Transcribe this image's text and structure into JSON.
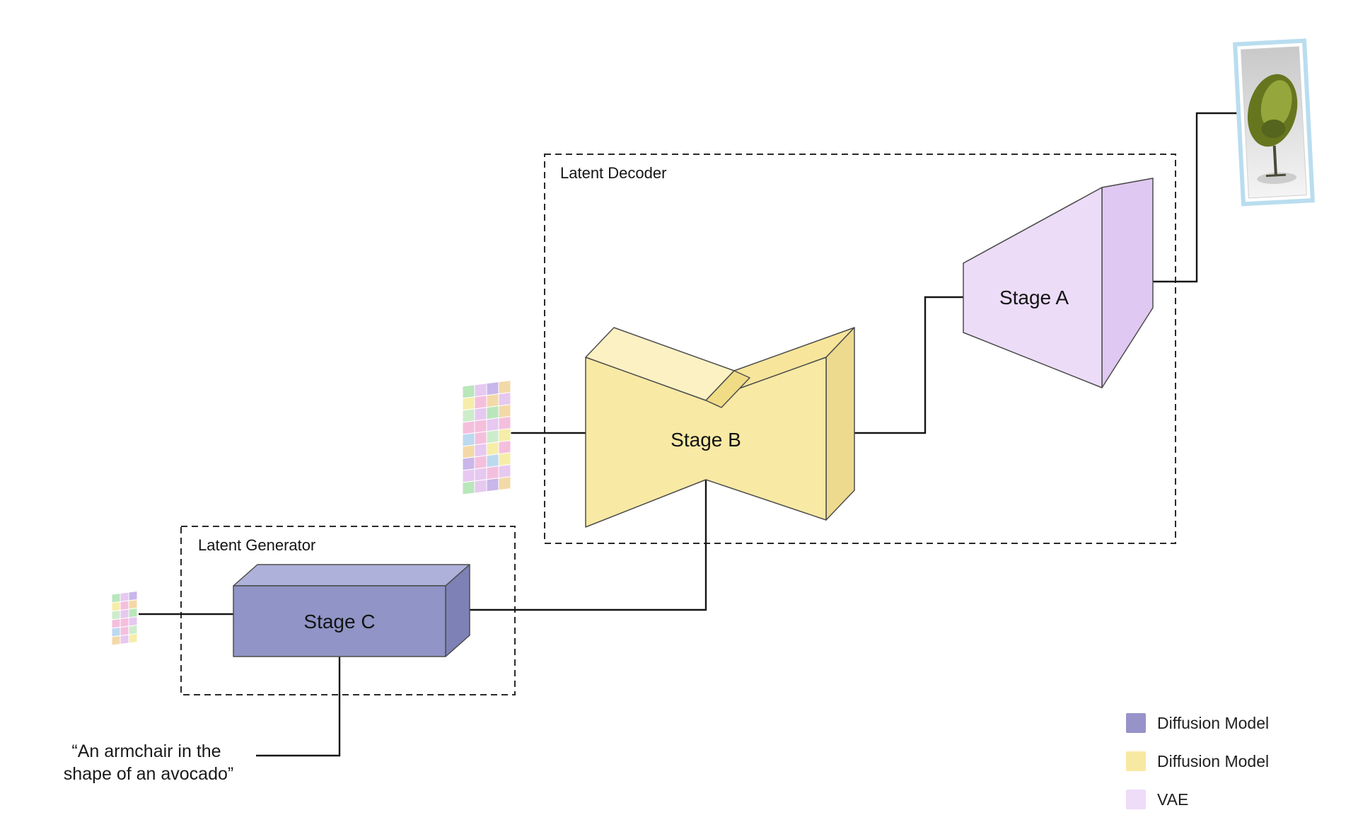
{
  "diagram": {
    "latent_decoder": {
      "label": "Latent Decoder"
    },
    "latent_generator": {
      "label": "Latent Generator"
    },
    "stages": {
      "a": {
        "label": "Stage A"
      },
      "b": {
        "label": "Stage B"
      },
      "c": {
        "label": "Stage C"
      }
    },
    "prompt": {
      "line1": "“An armchair in the",
      "line2": "shape of an avocado”"
    },
    "legend": [
      {
        "label": "Diffusion Model",
        "color": "#9793c9"
      },
      {
        "label": "Diffusion Model",
        "color": "#f8e9a2"
      },
      {
        "label": "VAE",
        "color": "#eedcf8"
      }
    ],
    "colors": {
      "stage_a": {
        "front": "#ecdcf8",
        "top": "#f5eafc",
        "side": "#dfc8f1"
      },
      "stage_b": {
        "front": "#f8e9a4",
        "top_left": "#fbf1c3",
        "top_right": "#f6e59a",
        "fold": "#efdc85",
        "side": "#eeda8e"
      },
      "stage_c": {
        "front": "#9094c6",
        "top": "#aeb1d9",
        "side": "#7d81b5"
      },
      "connector": "#141414"
    },
    "latent_palette": [
      "#b9e6bb",
      "#f4bfdd",
      "#c9b6ea",
      "#f6eda9",
      "#bcd9f0",
      "#e6c8f0",
      "#cdeccb",
      "#f3d9a8"
    ]
  }
}
